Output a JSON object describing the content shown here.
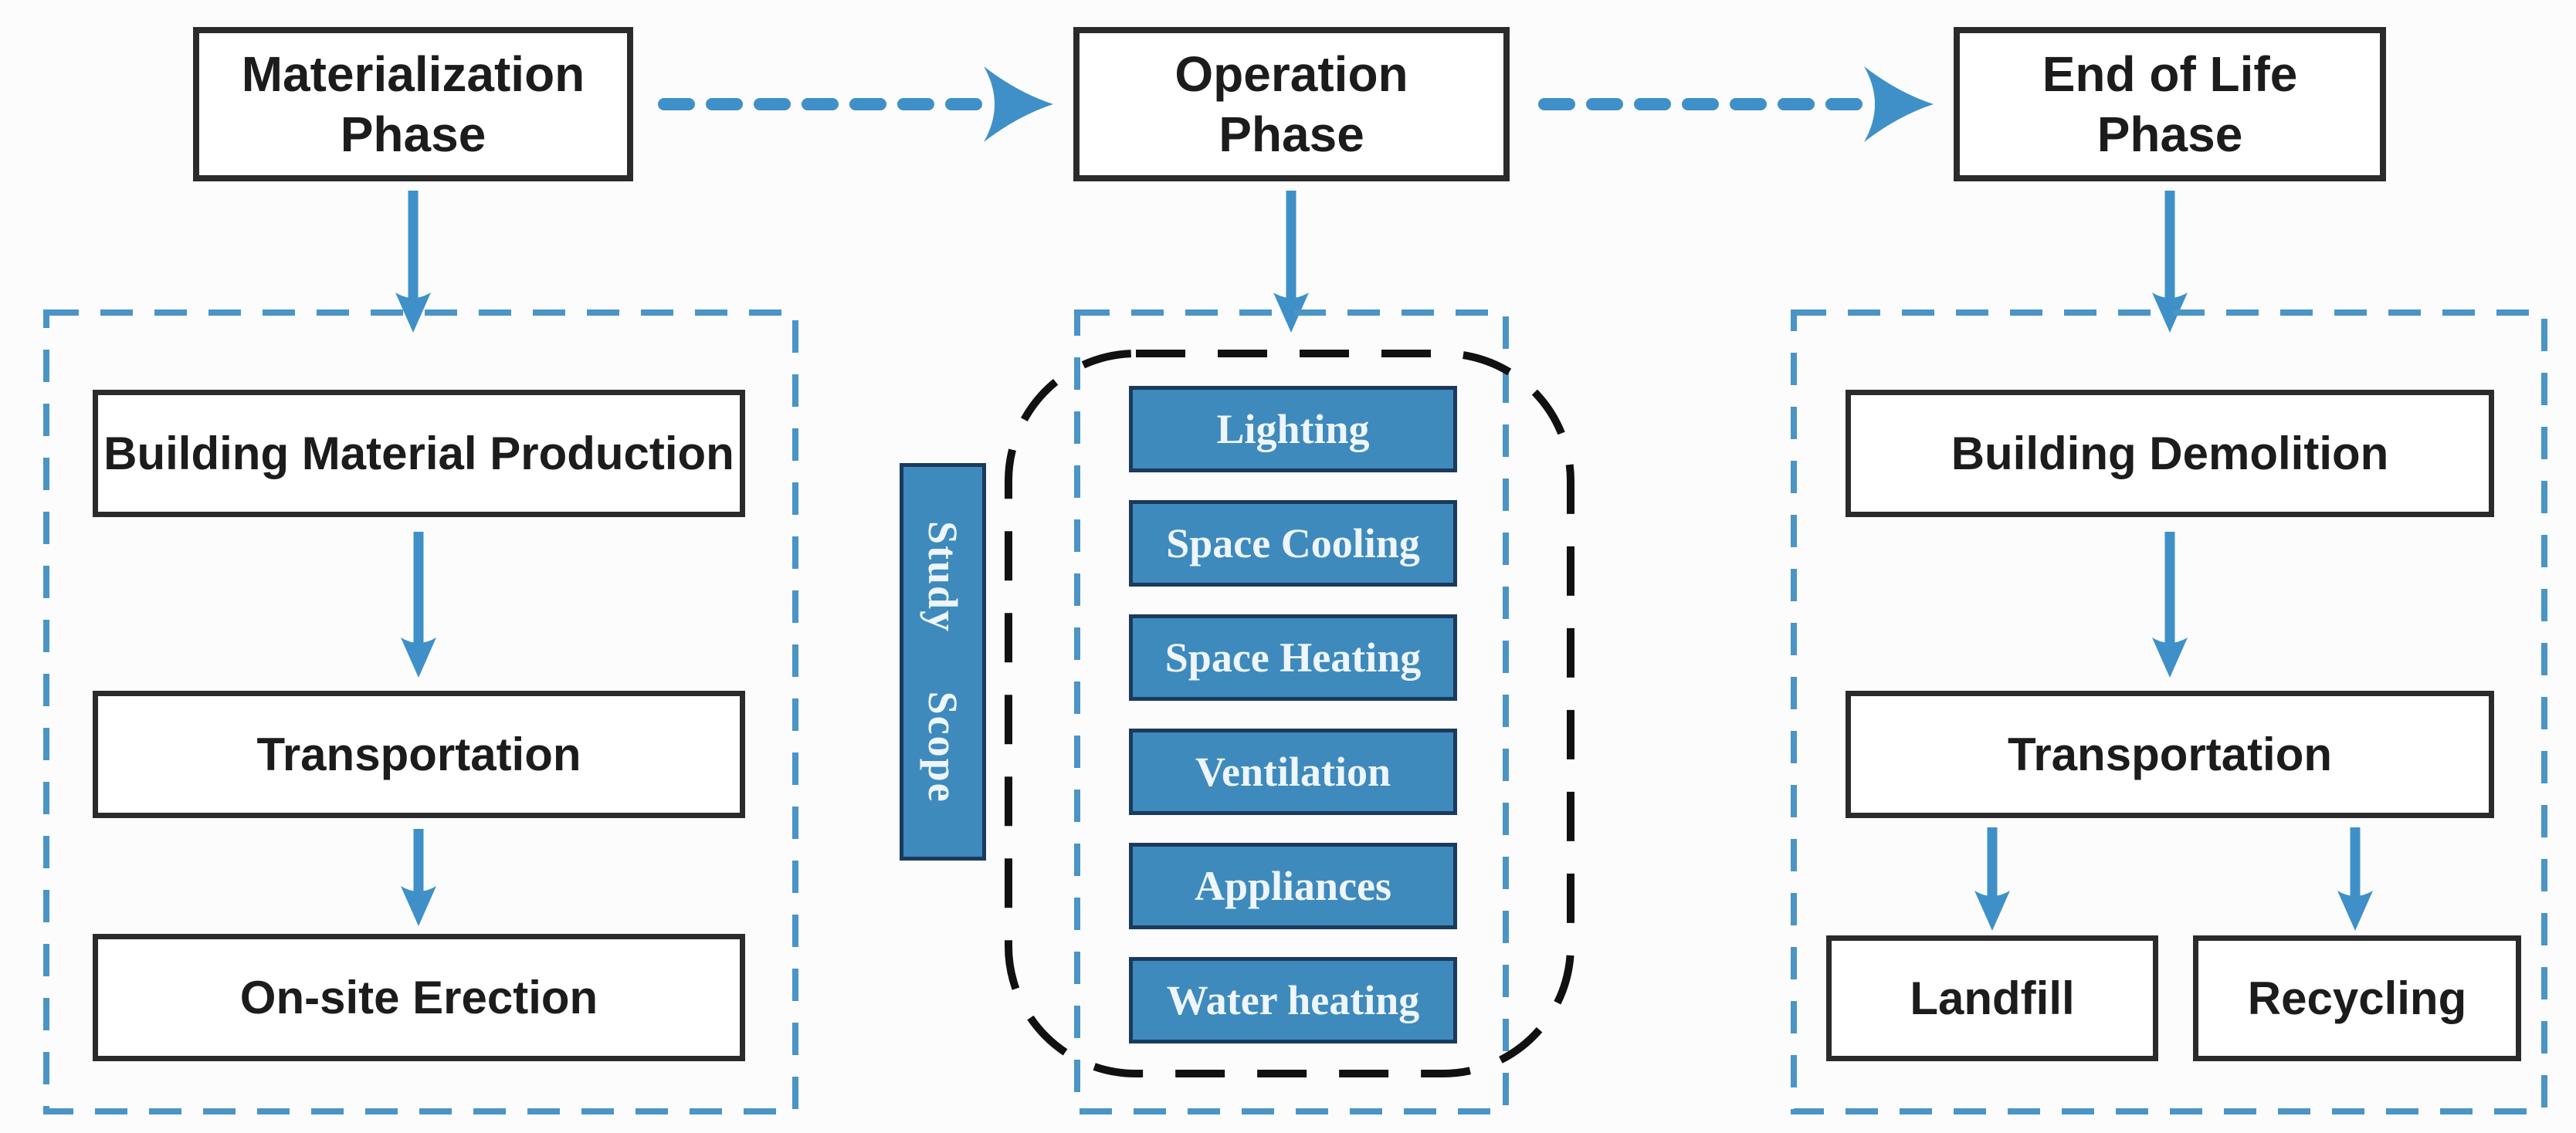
{
  "columns": {
    "materialization": {
      "phase_line1": "Materialization",
      "phase_line2": "Phase",
      "steps": [
        "Building Material Production",
        "Transportation",
        "On-site Erection"
      ]
    },
    "operation": {
      "phase_line1": "Operation",
      "phase_line2": "Phase",
      "study_scope": "Study Scope",
      "loads": [
        "Lighting",
        "Space Cooling",
        "Space Heating",
        "Ventilation",
        "Appliances",
        "Water heating"
      ]
    },
    "end_of_life": {
      "phase_line1": "End of Life",
      "phase_line2": "Phase",
      "steps": [
        "Building Demolition",
        "Transportation"
      ],
      "outcomes": [
        "Landfill",
        "Recycling"
      ]
    }
  },
  "colors": {
    "accent_blue": "#3e8abc",
    "arrow_blue": "#3f90c8",
    "dashed_border_blue": "#4a94c6",
    "dark_box_border": "#2b2b2b",
    "navy_box_border": "#1b3a5c",
    "text_dark": "#1c1c1c",
    "text_light": "#eef5fb",
    "background": "#fcfcfc"
  }
}
